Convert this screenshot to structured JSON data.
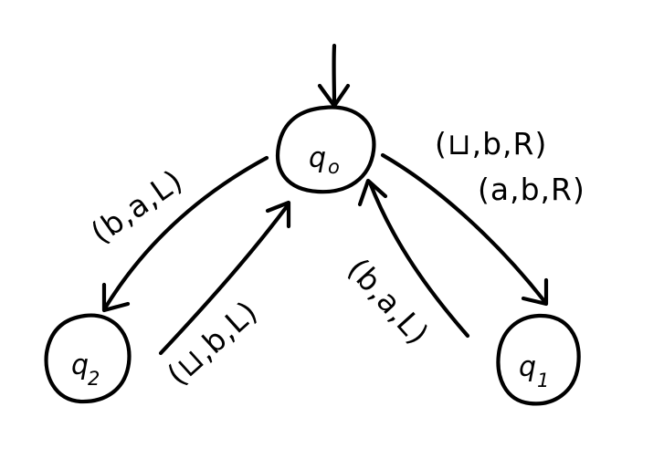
{
  "diagram": {
    "states": [
      {
        "id": "q0",
        "base": "q",
        "sub": "o",
        "start": true
      },
      {
        "id": "q1",
        "base": "q",
        "sub": "1",
        "start": false
      },
      {
        "id": "q2",
        "base": "q",
        "sub": "2",
        "start": false
      }
    ],
    "transitions": [
      {
        "from": "q0",
        "to": "q2",
        "labels": [
          "(b,a,L)"
        ]
      },
      {
        "from": "q2",
        "to": "q0",
        "labels": [
          "(⊔,b,L)"
        ]
      },
      {
        "from": "q0",
        "to": "q1",
        "labels": [
          "(⊔,b,R)",
          "(a,b,R)"
        ]
      },
      {
        "from": "q1",
        "to": "q0",
        "labels": [
          "(b,a,L)"
        ]
      }
    ],
    "colors": {
      "ink": "#000000",
      "background": "#ffffff"
    }
  }
}
